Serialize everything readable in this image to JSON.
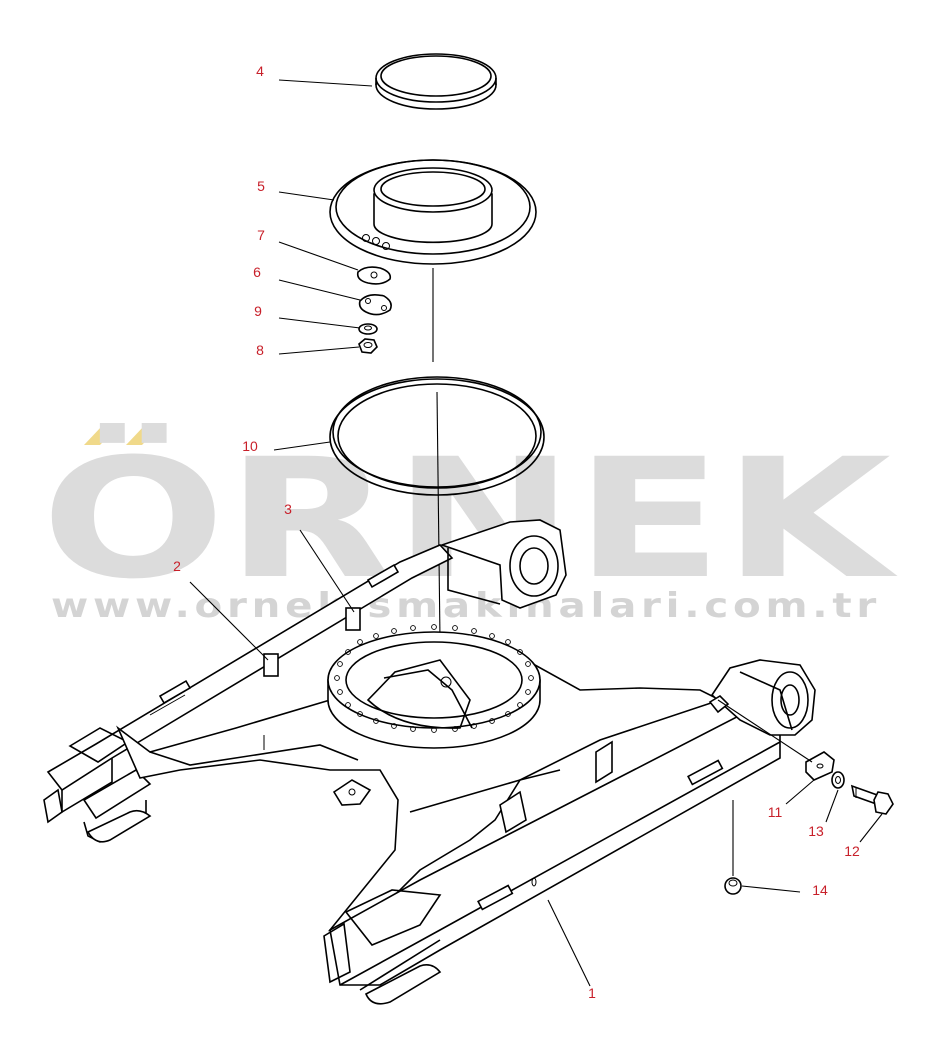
{
  "watermark": {
    "brand": "ÖRNEK",
    "url": "www.ornekismakinalari.com.tr",
    "accent_color": "#f0d98a",
    "text_color": "#dcdcdc"
  },
  "callout_color": "#c8202a",
  "callouts": [
    {
      "id": "4",
      "label": "4"
    },
    {
      "id": "5",
      "label": "5"
    },
    {
      "id": "7",
      "label": "7"
    },
    {
      "id": "6",
      "label": "6"
    },
    {
      "id": "9",
      "label": "9"
    },
    {
      "id": "8",
      "label": "8"
    },
    {
      "id": "10",
      "label": "10"
    },
    {
      "id": "3",
      "label": "3"
    },
    {
      "id": "2",
      "label": "2"
    },
    {
      "id": "11",
      "label": "11"
    },
    {
      "id": "13",
      "label": "13"
    },
    {
      "id": "12",
      "label": "12"
    },
    {
      "id": "14",
      "label": "14"
    },
    {
      "id": "1",
      "label": "1"
    }
  ]
}
